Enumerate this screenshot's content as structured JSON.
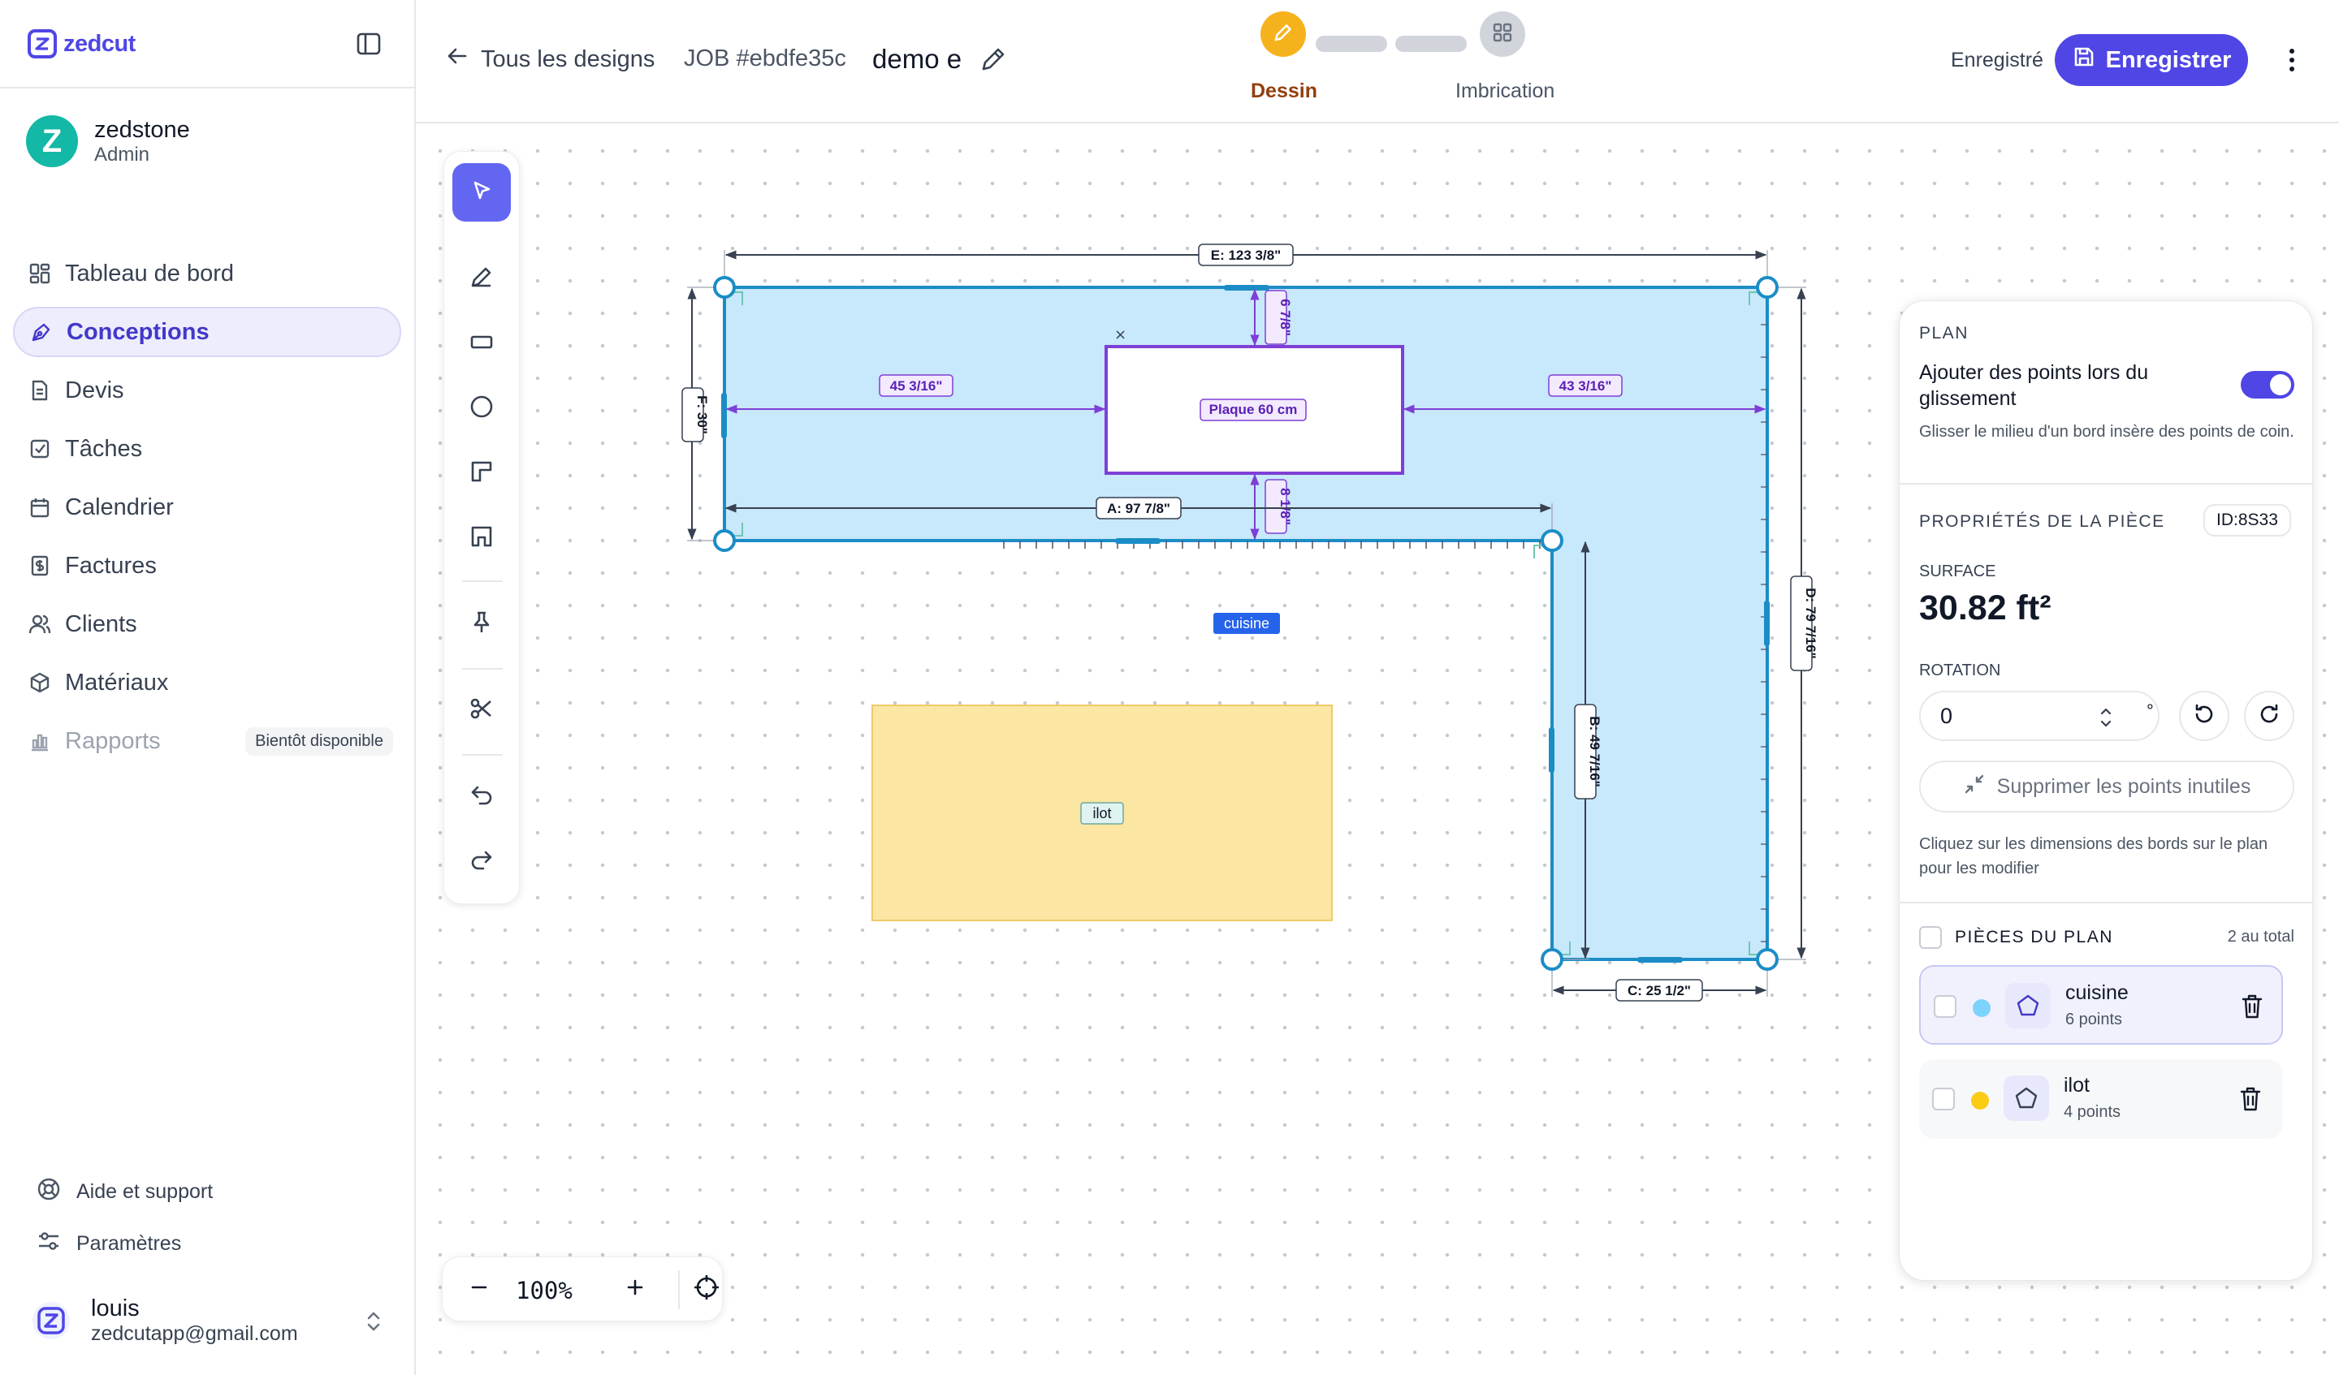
{
  "app": {
    "name": "zedcut"
  },
  "org": {
    "name": "zedstone",
    "role": "Admin",
    "initial": "Z"
  },
  "nav": {
    "items": [
      {
        "label": "Tableau de bord",
        "icon": "dashboard-icon"
      },
      {
        "label": "Conceptions",
        "icon": "conceptions-icon",
        "active": true
      },
      {
        "label": "Devis",
        "icon": "document-icon"
      },
      {
        "label": "Tâches",
        "icon": "checklist-icon"
      },
      {
        "label": "Calendrier",
        "icon": "calendar-icon"
      },
      {
        "label": "Factures",
        "icon": "invoice-icon"
      },
      {
        "label": "Clients",
        "icon": "users-icon"
      },
      {
        "label": "Matériaux",
        "icon": "box-icon"
      },
      {
        "label": "Rapports",
        "icon": "reports-icon",
        "disabled": true,
        "badge": "Bientôt disponible"
      }
    ],
    "help": "Aide et support",
    "settings": "Paramètres"
  },
  "user": {
    "name": "louis",
    "email": "zedcutapp@gmail.com"
  },
  "topbar": {
    "back": "Tous les designs",
    "job": "JOB #ebdfe35c",
    "design_name": "demo e",
    "steps": [
      {
        "label": "Dessin",
        "state": "active",
        "color": "#f6b21d"
      },
      {
        "label": "Imbrication",
        "state": "pending"
      }
    ],
    "saved_status": "Enregistré",
    "save_label": "Enregistrer"
  },
  "zoom": {
    "level": "100%"
  },
  "canvas": {
    "dimensions": {
      "E": "E: 123 3/8\"",
      "F": "F: 30\"",
      "A": "A: 97 7/8\"",
      "D": "D: 79 7/16\"",
      "B": "B: 49 7/16\"",
      "C": "C: 25 1/2\"",
      "cut_left": "45 3/16\"",
      "cut_right": "43 3/16\"",
      "cut_top": "6 7/8\"",
      "cut_bottom": "8 1/8\""
    },
    "cutout_label": "Plaque 60 cm",
    "cutout_marker": "×",
    "pieces": [
      {
        "label": "cuisine",
        "fill": "#c8e8fb",
        "stroke": "#1b8dc6"
      },
      {
        "label": "ilot",
        "fill": "#fbe6a4",
        "stroke": "#f0c96a"
      }
    ]
  },
  "panel": {
    "plan_title": "PLAN",
    "drag_points_label": "Ajouter des points lors du glissement",
    "drag_points_on": true,
    "drag_points_help": "Glisser le milieu d'un bord insère des points de coin.",
    "props_title": "PROPRIÉTÉS DE LA PIÈCE",
    "piece_id": "ID:8S33",
    "surface_label": "SURFACE",
    "surface_value": "30.82 ft²",
    "rotation_label": "ROTATION",
    "rotation_value": "0",
    "rotation_unit": "°",
    "cleanup_label": "Supprimer les points inutiles",
    "edit_help": "Cliquez sur les dimensions des bords sur le plan pour les modifier",
    "pieces_title": "PIÈCES DU PLAN",
    "pieces_count": "2 au total",
    "pieces": [
      {
        "name": "cuisine",
        "points": "6 points",
        "color": "#7dd3fc",
        "selected": true
      },
      {
        "name": "ilot",
        "points": "4 points",
        "color": "#facc15",
        "selected": false
      }
    ]
  },
  "colors": {
    "accent": "#4f46e5",
    "step_active": "#f6b21d",
    "piece_stroke": "#1b8dc6",
    "cutout": "#7e3fd6"
  }
}
